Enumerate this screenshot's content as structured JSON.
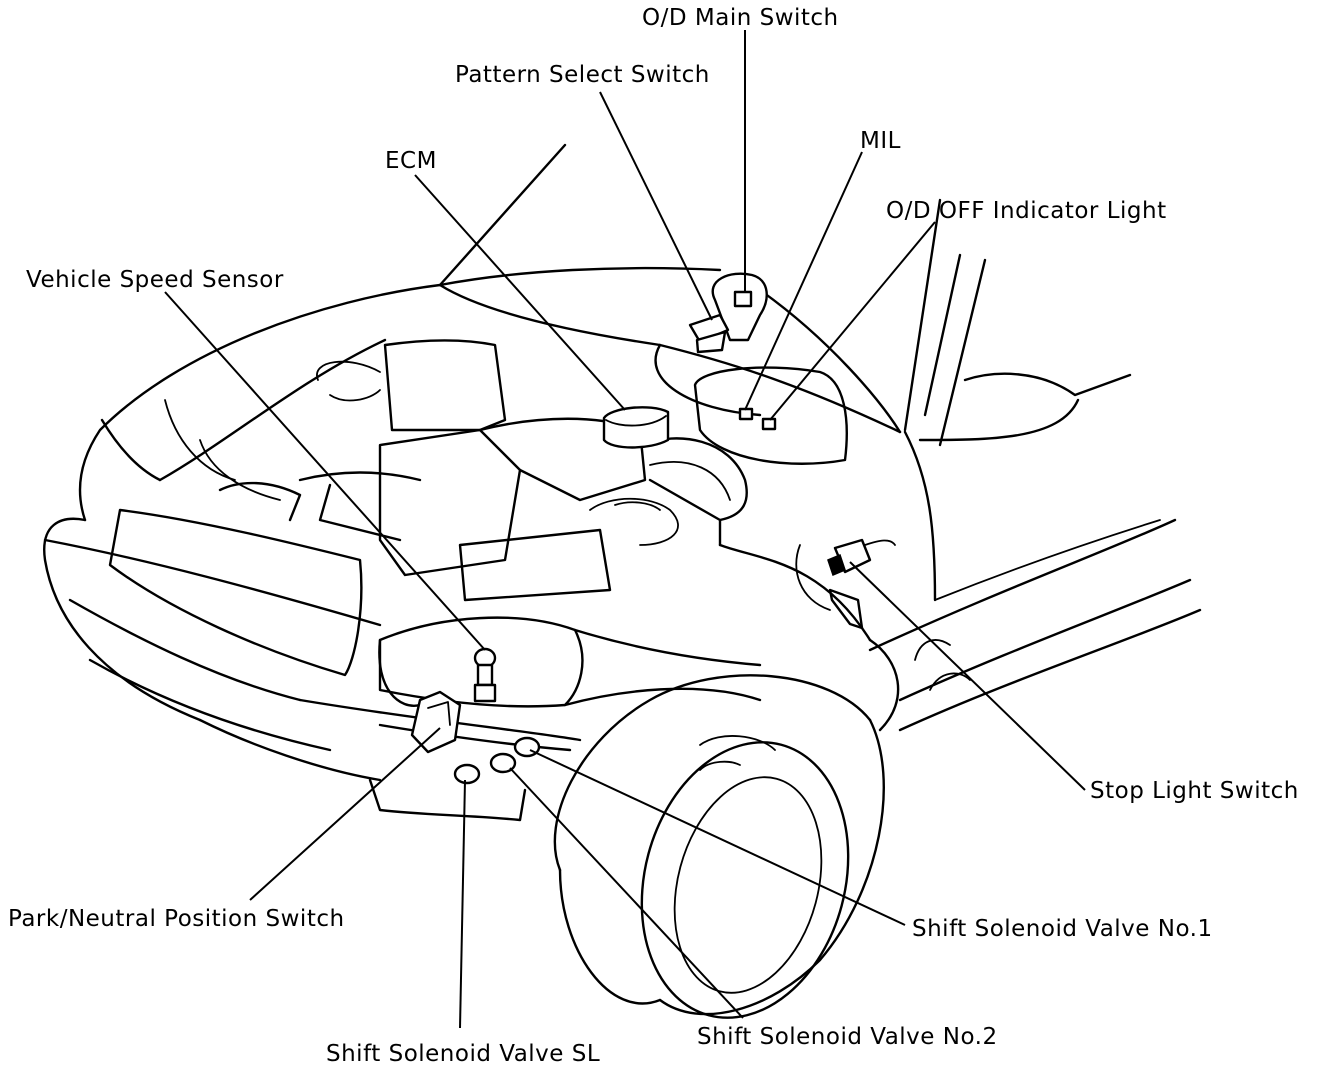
{
  "labels": {
    "od_main_switch": "O/D Main Switch",
    "pattern_select_switch": "Pattern Select Switch",
    "mil": "MIL",
    "ecm": "ECM",
    "od_off_indicator_light": "O/D OFF Indicator Light",
    "vehicle_speed_sensor": "Vehicle Speed Sensor",
    "stop_light_switch": "Stop Light Switch",
    "park_neutral_position_switch": "Park/Neutral Position Switch",
    "shift_solenoid_valve_no1": "Shift Solenoid Valve No.1",
    "shift_solenoid_valve_sl": "Shift Solenoid Valve SL",
    "shift_solenoid_valve_no2": "Shift Solenoid Valve No.2"
  },
  "colors": {
    "line": "#000000",
    "background": "#ffffff"
  }
}
